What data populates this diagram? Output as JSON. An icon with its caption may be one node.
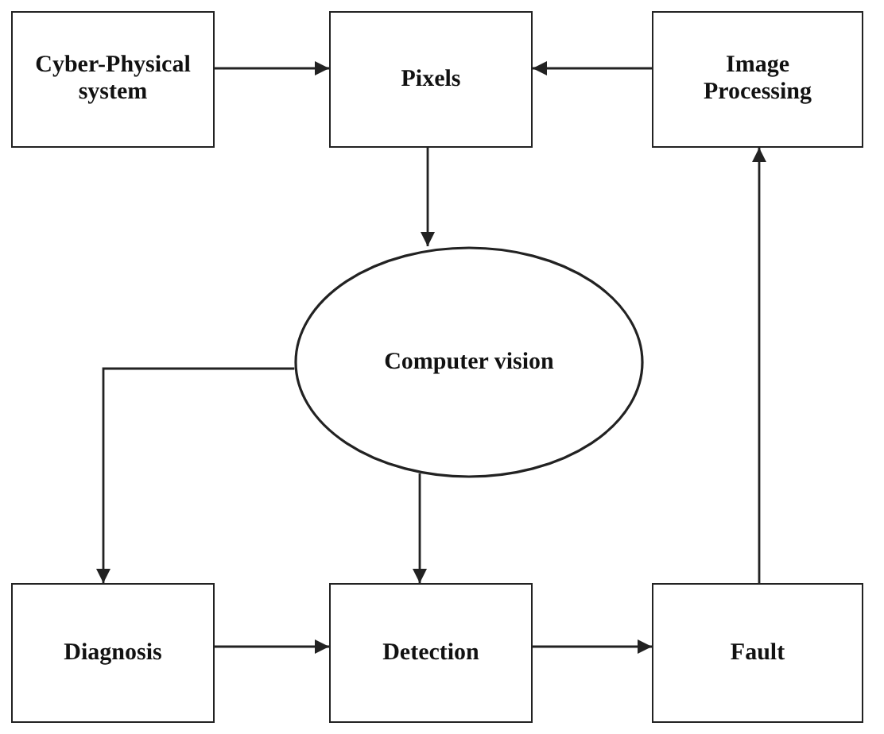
{
  "diagram": {
    "nodes": [
      {
        "text": [
          "Cyber-Physical system"
        ]
      },
      {
        "text": [
          "Pixels"
        ]
      },
      {
        "text": [
          "Image Processing"
        ]
      },
      {
        "text": [
          "Computer vision"
        ]
      },
      {
        "text": [
          "Diagnosis"
        ]
      },
      {
        "text": [
          "Detection"
        ]
      },
      {
        "text": [
          "Fault"
        ]
      }
    ],
    "edges": [
      {
        "from": 0,
        "to": 1,
        "arrow": "to"
      },
      {
        "from": 2,
        "to": 1,
        "arrow": "to"
      },
      {
        "from": 1,
        "to": 3,
        "arrow": "to"
      },
      {
        "from": 3,
        "to": 4,
        "arrow": "to"
      },
      {
        "from": 3,
        "to": 5,
        "arrow": "to"
      },
      {
        "from": 4,
        "to": 5,
        "arrow": "to"
      },
      {
        "from": 5,
        "to": 6,
        "arrow": "to"
      },
      {
        "from": 6,
        "to": 2,
        "arrow": "to"
      }
    ]
  }
}
